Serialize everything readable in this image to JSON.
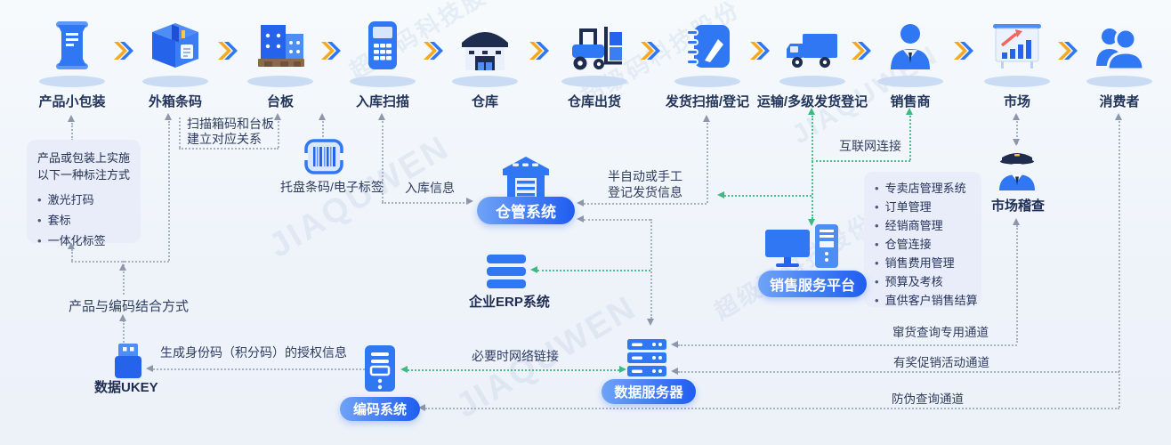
{
  "watermarks": {
    "latin": "JIAQUWEN",
    "cn": "超级码科技股份"
  },
  "flow_stages": [
    {
      "label": "产品小包装"
    },
    {
      "label": "外箱条码"
    },
    {
      "label": "台板"
    },
    {
      "label": "入库扫描"
    },
    {
      "label": "仓库"
    },
    {
      "label": "仓库出货"
    },
    {
      "label": "发货扫描/登记"
    },
    {
      "label": "运输/多级发货登记"
    },
    {
      "label": "销售商"
    },
    {
      "label": "市场"
    },
    {
      "label": "消费者"
    }
  ],
  "marking_box": {
    "title_line1": "产品或包装上实施",
    "title_line2": "以下一种标注方式",
    "bullets": [
      "激光打码",
      "套标",
      "一体化标签"
    ]
  },
  "annotations": {
    "scan_pallet_line1": "扫描箱码和台板",
    "scan_pallet_line2": "建立对应关系",
    "pallet_barcode_label": "托盘条码/电子标签",
    "inbound_info": "入库信息",
    "semi_auto_line1": "半自动或手工",
    "semi_auto_line2": "登记发货信息",
    "internet_link": "互联网连接",
    "market_inspection": "市场稽查",
    "erp_label": "企业ERP系统",
    "code_combination": "产品与编码结合方式",
    "ukey_label": "数据UKEY",
    "auth_info": "生成身份码（积分码）的授权信息",
    "network_link": "必要时网络链接",
    "channel_1": "窜货查询专用通道",
    "channel_2": "有奖促销活动通道",
    "channel_3": "防伪查询通道"
  },
  "systems": {
    "wms": "仓管系统",
    "sales_platform": "销售服务平台",
    "coding_system": "编码系统",
    "data_server": "数据服务器"
  },
  "platform_features": [
    "专卖店管理系统",
    "订单管理",
    "经销商管理",
    "仓管连接",
    "销售费用管理",
    "预算及考核",
    "直供客户销售结算"
  ],
  "colors": {
    "primary_blue": "#2F77F3",
    "deep_blue": "#2563EB",
    "navy": "#1E2C4F",
    "green_line": "#3DB981",
    "gray_line": "#9AA5B6",
    "orange_chevron": "#F6A821",
    "accent_red": "#F2665C",
    "pill_gradient_start": "#6FA3F7",
    "pill_gradient_end": "#1F5DF0"
  }
}
